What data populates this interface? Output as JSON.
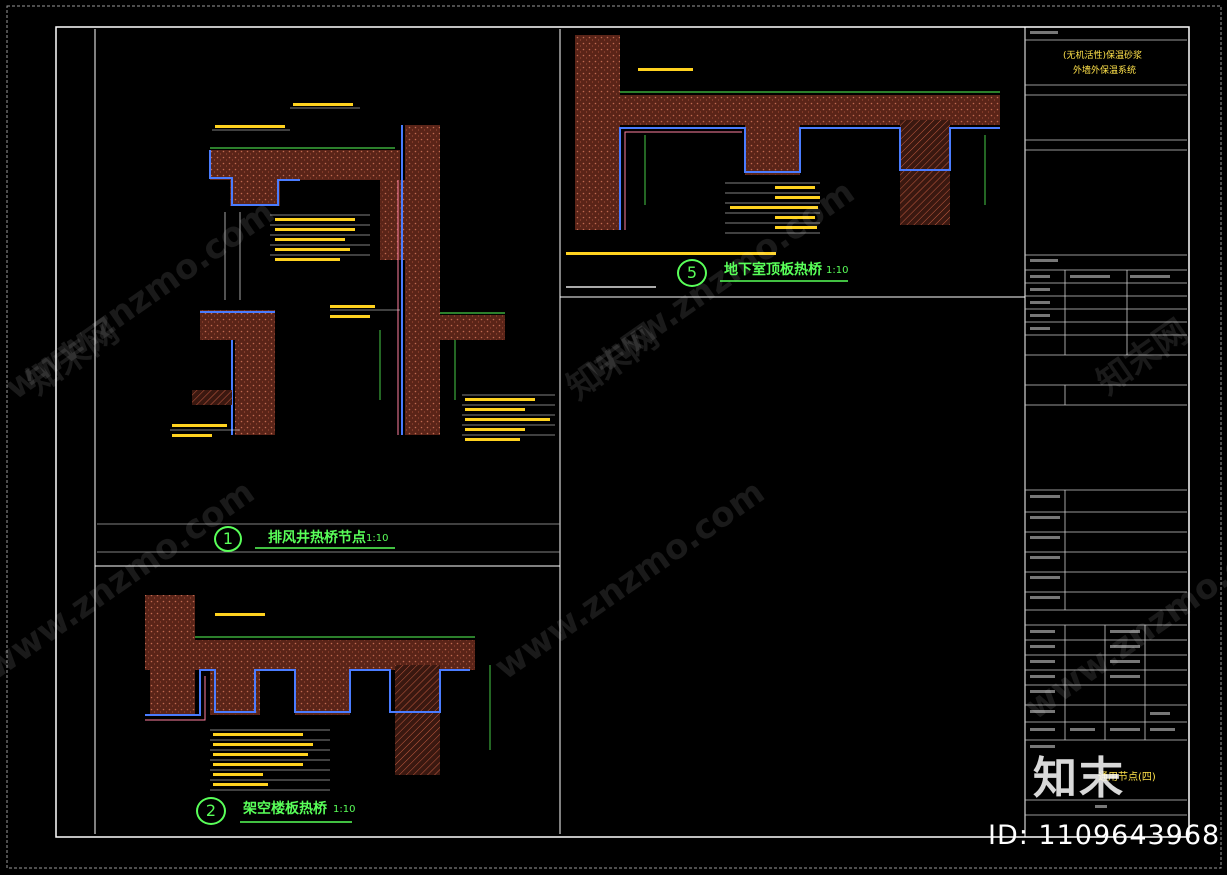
{
  "title_block": {
    "project_title_line1": "(无机活性)保温砂浆",
    "project_title_line2": "外墙外保温系统",
    "sheet_title": "通用节点(四)"
  },
  "details": [
    {
      "number": "1",
      "title": "排风井热桥节点",
      "scale": "1:10"
    },
    {
      "number": "2",
      "title": "架空楼板热桥",
      "scale": "1:10"
    },
    {
      "number": "5",
      "title": "地下室顶板热桥",
      "scale": "1:10"
    }
  ],
  "watermark": {
    "site": "www.znzmo.com",
    "brand": "知末网",
    "logo": "知末"
  },
  "image_id": "ID: 1109643968",
  "colors": {
    "background": "#000000",
    "concrete": "#8a3d2b",
    "insulation": "#4a7cff",
    "finish_line": "#ff7fa0",
    "annotation": "#ffd21f",
    "title_green": "#59ff59",
    "leader_white": "#ffffff"
  }
}
